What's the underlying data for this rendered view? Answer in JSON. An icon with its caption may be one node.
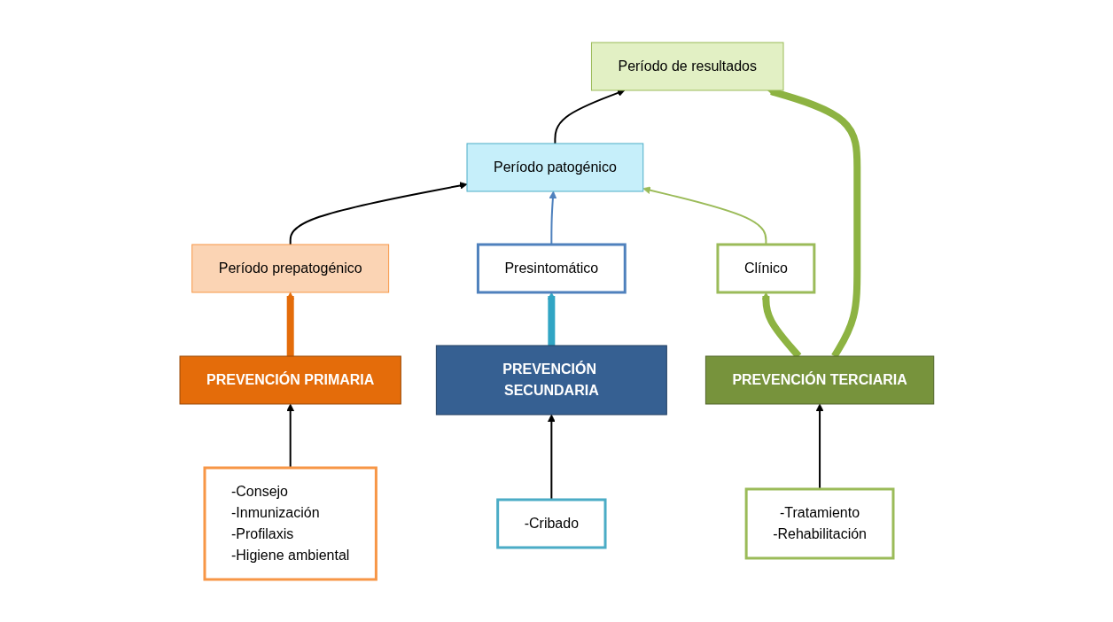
{
  "diagram": {
    "nodes": [
      {
        "text": [
          "Período prepatogénico"
        ]
      },
      {
        "text": [
          "Período patogénico"
        ]
      },
      {
        "text": [
          "Período de resultados"
        ]
      },
      {
        "text": [
          "PREVENCIÓN PRIMARIA"
        ]
      },
      {
        "text": [
          "Presintomático"
        ]
      },
      {
        "text": [
          "Clínico"
        ]
      },
      {
        "text": [
          "PREVENCIÓN SECUNDARIA"
        ]
      },
      {
        "text": [
          "PREVENCIÓN TERCIARIA"
        ]
      },
      {
        "text": [
          "-Consejo",
          "-Inmunización",
          "-Profilaxis",
          "-Higiene ambiental"
        ]
      },
      {
        "text": [
          "-Cribado"
        ]
      },
      {
        "text": [
          "-Tratamiento",
          "-Rehabilitación"
        ]
      }
    ],
    "edges": [
      {
        "from": 0,
        "to": 1,
        "arrow": "to"
      },
      {
        "from": 1,
        "to": 2,
        "arrow": "to"
      },
      {
        "from": 3,
        "to": 0,
        "arrow": "to",
        "style": "thick",
        "color": "#e46c0a"
      },
      {
        "from": 4,
        "to": 1,
        "arrow": "to",
        "color": "#4f81bd"
      },
      {
        "from": 5,
        "to": 1,
        "arrow": "to",
        "color": "#9bbb59"
      },
      {
        "from": 6,
        "to": 4,
        "arrow": "to",
        "style": "thick",
        "color": "#31a5c4"
      },
      {
        "from": 7,
        "to": 5,
        "arrow": "to",
        "style": "thick",
        "color": "#8db342"
      },
      {
        "from": 7,
        "to": 2,
        "arrow": "to",
        "style": "thick",
        "color": "#8db342"
      },
      {
        "from": 8,
        "to": 3,
        "arrow": "to"
      },
      {
        "from": 9,
        "to": 6,
        "arrow": "to"
      },
      {
        "from": 10,
        "to": 7,
        "arrow": "to"
      }
    ]
  }
}
